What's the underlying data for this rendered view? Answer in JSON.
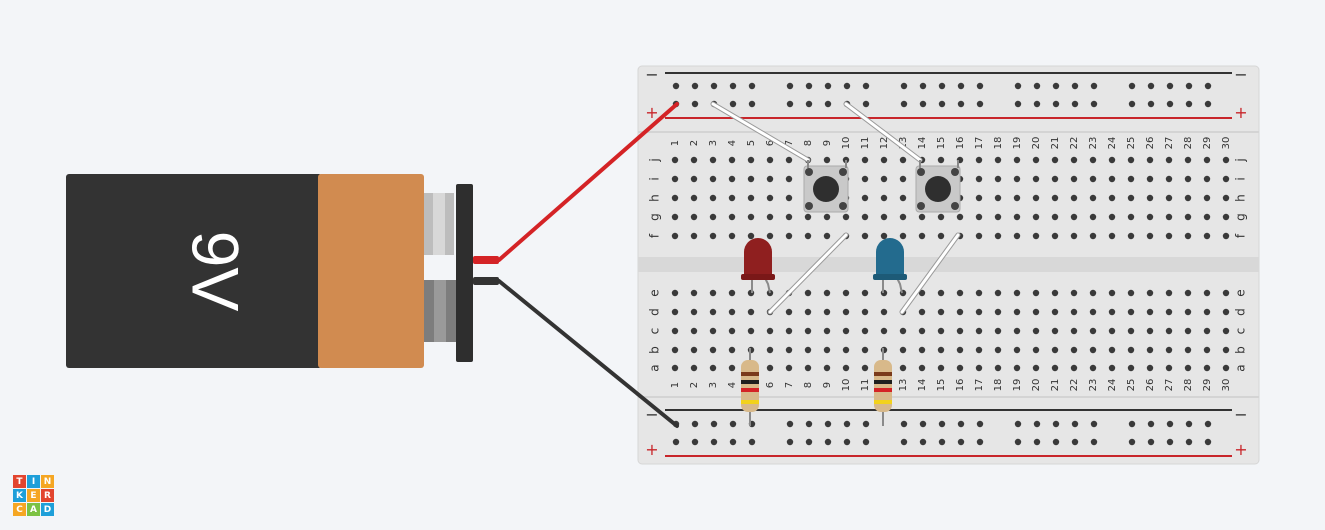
{
  "battery": {
    "label": "9V",
    "color_body": "#333333",
    "color_band": "#d18b50",
    "color_terminal": "#cfcfcf"
  },
  "breadboard": {
    "columns": [
      "1",
      "2",
      "3",
      "4",
      "5",
      "6",
      "7",
      "8",
      "9",
      "10",
      "11",
      "12",
      "13",
      "14",
      "15",
      "16",
      "17",
      "18",
      "19",
      "20",
      "21",
      "22",
      "23",
      "24",
      "25",
      "26",
      "27",
      "28",
      "29",
      "30"
    ],
    "rows_top": [
      "j",
      "i",
      "h",
      "g",
      "f"
    ],
    "rows_bottom": [
      "e",
      "d",
      "c",
      "b",
      "a"
    ],
    "rail_minus": "−",
    "rail_plus": "+",
    "board_color": "#e6e6e6",
    "rail_red": "#c8262b",
    "rail_dark": "#333333"
  },
  "components": {
    "leds": [
      {
        "name": "red-led",
        "color": "#8f1f1f"
      },
      {
        "name": "blue-led",
        "color": "#236b8e"
      }
    ],
    "buttons": [
      "pushbutton-1",
      "pushbutton-2"
    ],
    "resistors": [
      "resistor-1",
      "resistor-2"
    ],
    "wire_colors": {
      "positive": "#d42326",
      "negative": "#333333",
      "jumper": "#ffffff"
    }
  },
  "logo": {
    "letters": [
      "T",
      "I",
      "N",
      "K",
      "E",
      "R",
      "C",
      "A",
      "D"
    ],
    "colors": [
      "#e2452f",
      "#1e9fd9",
      "#f5a623",
      "#1e9fd9",
      "#f5a623",
      "#e2452f",
      "#f5a623",
      "#7cc243",
      "#1e9fd9"
    ]
  }
}
